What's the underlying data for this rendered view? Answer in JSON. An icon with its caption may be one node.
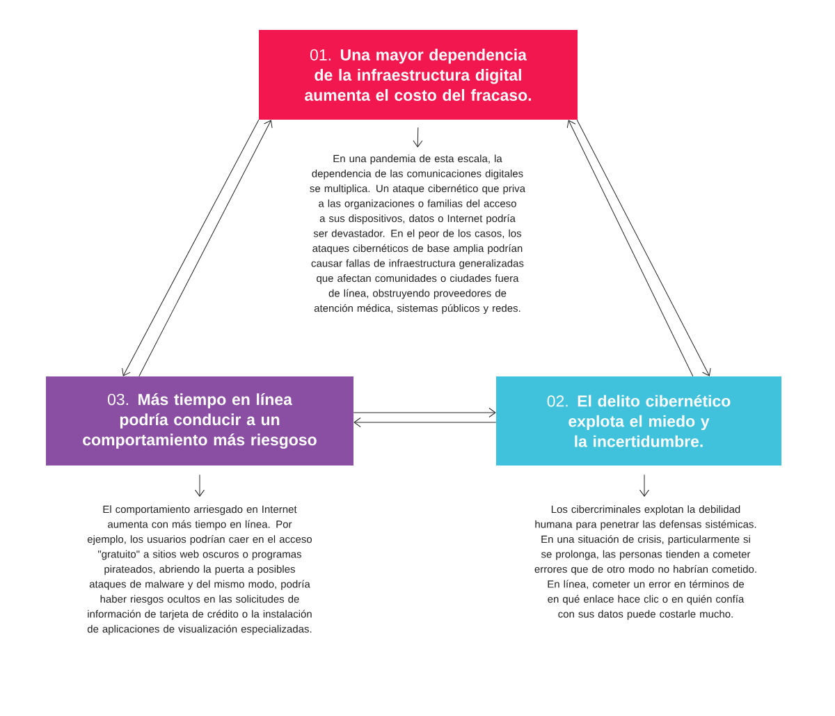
{
  "diagram": {
    "nodes": [
      {
        "text": [
          "01. **Una mayor dependencia de la infraestructura digital aumenta el costo del fracaso.**"
        ]
      },
      {
        "text": [
          "En una pandemia de esta escala, la dependencia de las comunicaciones digitales se multiplica. Un ataque cibernético que priva a las organizaciones o familias del acceso a sus dispositivos, datos o Internet podría ser devastador. En el peor de los casos, los ataques cibernéticos de base amplia podrían causar fallas de infraestructura generalizadas que afectan comunidades o ciudades fuera de línea, obstruyendo proveedores de atención médica, sistemas públicos y redes."
        ]
      },
      {
        "text": [
          "03. **Más tiempo en línea podría conducir a un comportamiento más riesgoso**"
        ]
      },
      {
        "text": [
          "02. **El delito cibernético explota el miedo y la incertidumbre.**"
        ]
      },
      {
        "text": [
          "El comportamiento arriesgado en Internet aumenta con más tiempo en línea. Por ejemplo, los usuarios podrían caer en el acceso \"gratuito\" a sitios web oscuros o programas pirateados, abriendo la puerta a posibles ataques de malware y del mismo modo, podría haber riesgos ocultos en las solicitudes de información de tarjeta de crédito o la instalación de aplicaciones de visualización especializadas."
        ]
      },
      {
        "text": [
          "Los cibercriminales explotan la debilidad humana para penetrar las defensas sistémicas. En una situación de crisis, particularmente si se prolonga, las personas tienden a cometer errores que de otro modo no habrían cometido. En línea, cometer un error en términos de en qué enlace hace clic o en quién confía con sus datos puede costarle mucho."
        ]
      }
    ],
    "edges": [
      {
        "from": 0,
        "to": 1,
        "arrow": "to"
      },
      {
        "from": 2,
        "to": 4,
        "arrow": "to"
      },
      {
        "from": 3,
        "to": 5,
        "arrow": "to"
      },
      {
        "from": 0,
        "to": 2,
        "arrow": "to"
      },
      {
        "from": 2,
        "to": 0,
        "arrow": "to"
      },
      {
        "from": 3,
        "to": 0,
        "arrow": "to"
      },
      {
        "from": 0,
        "to": 3,
        "arrow": "to"
      },
      {
        "from": 2,
        "to": 3,
        "arrow": "to"
      },
      {
        "from": 3,
        "to": 2,
        "arrow": "to"
      }
    ]
  }
}
